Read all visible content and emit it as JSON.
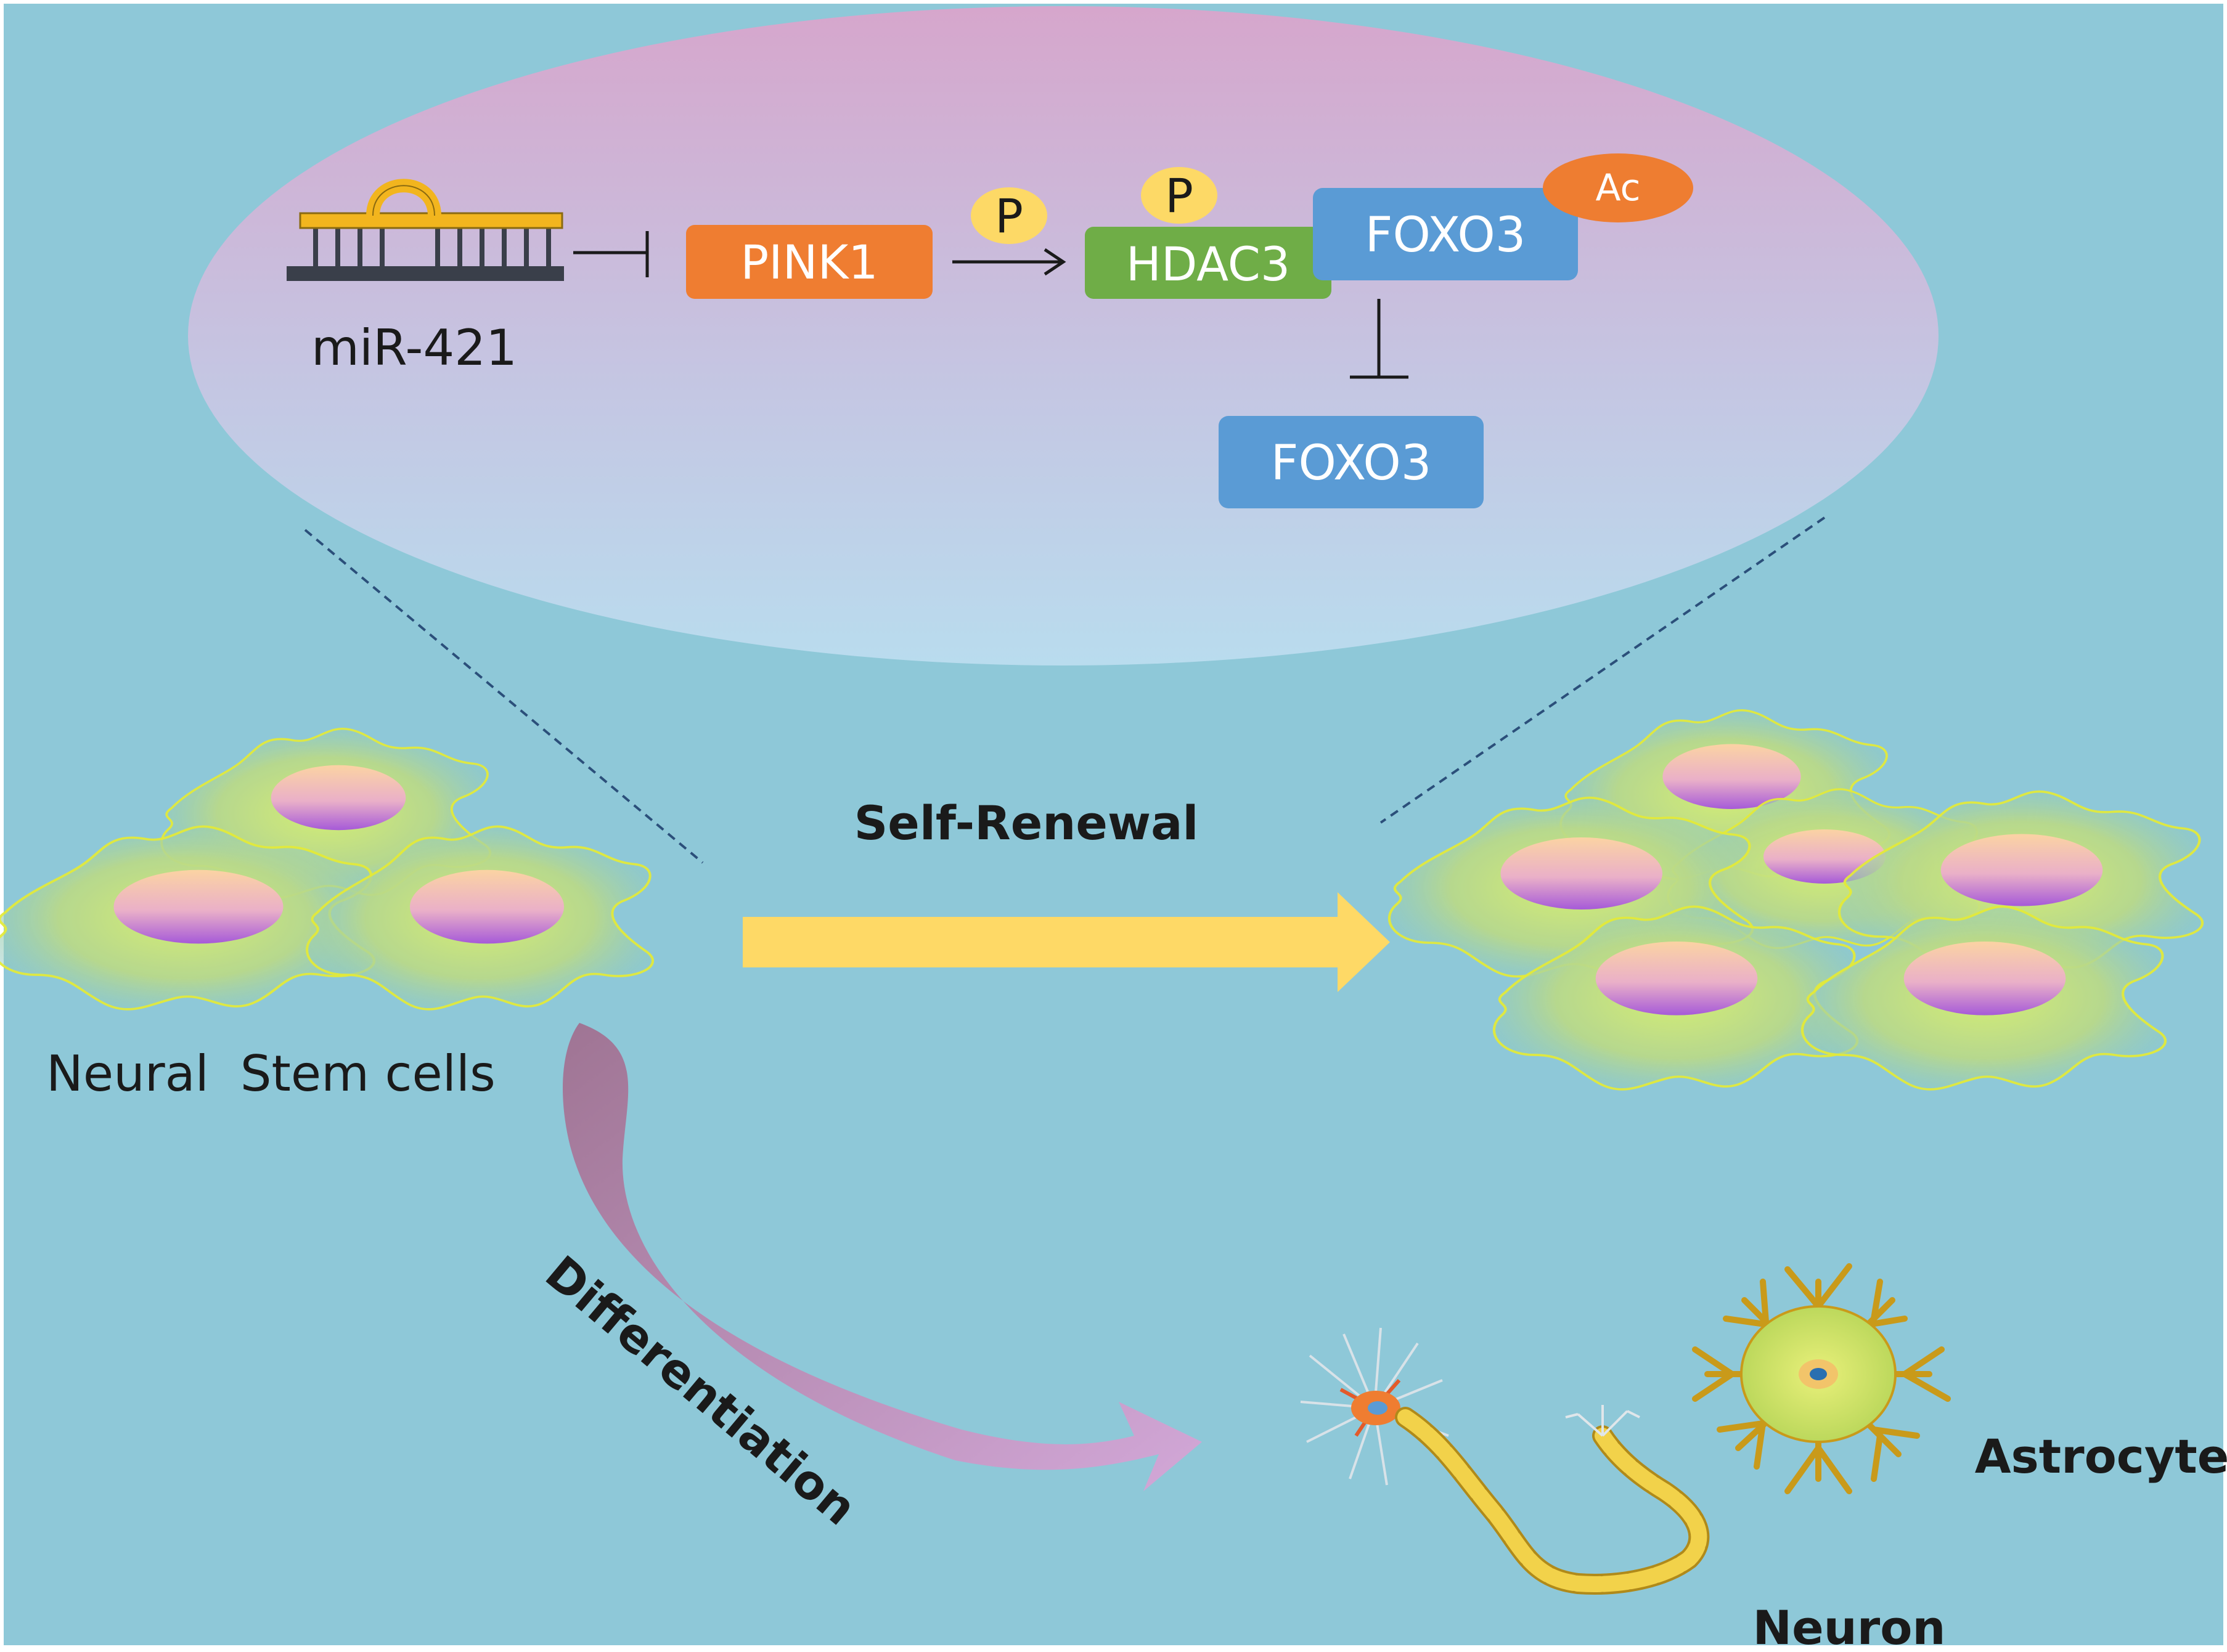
{
  "pathway": {
    "mirna_label": "miR-421",
    "pink1_label": "PINK1",
    "hdac3_label": "HDAC3",
    "foxo3_acetylated_label": "FOXO3",
    "foxo3_label": "FOXO3",
    "phospho_label_1": "P",
    "phospho_label_2": "P",
    "acetyl_label": "Ac"
  },
  "process": {
    "self_renewal_label": "Self-Renewal",
    "differentiation_label": "Differentiation",
    "nsc_label": "Neural  Stem cells",
    "neuron_label": "Neuron",
    "astrocyte_label": "Astrocyte"
  },
  "colors": {
    "background": "#8ec8d8",
    "pink1": "#ef7d31",
    "hdac3": "#6fad47",
    "foxo3": "#5a9bd5",
    "phospho": "#fdd966",
    "acetyl": "#ee7d31",
    "self_renewal_arrow": "#fed966"
  }
}
